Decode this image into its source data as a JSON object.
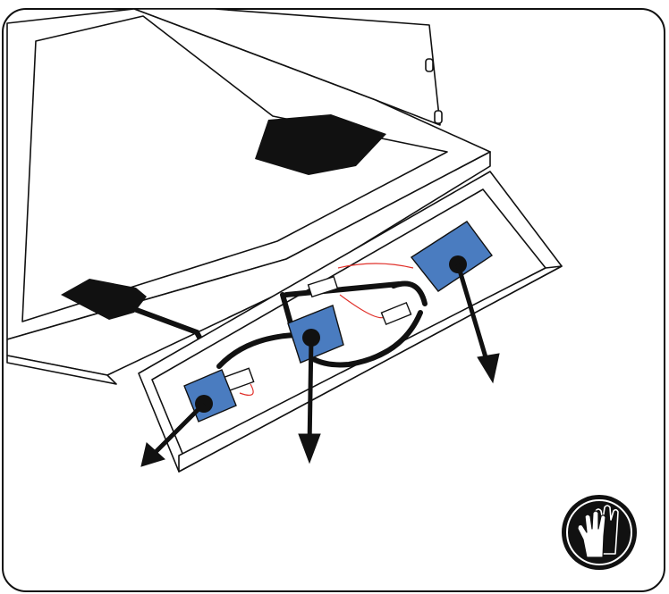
{
  "illustration": {
    "subject": "",
    "parts": [
      {
        "name": "sensor-module",
        "color": "#4a7cc0"
      },
      {
        "name": "sensor-module",
        "color": "#4a7cc0"
      },
      {
        "name": "sensor-module",
        "color": "#4a7cc0"
      }
    ],
    "arrows": [
      "down-left",
      "down",
      "down"
    ],
    "wire_colors": {
      "cable": "#111111",
      "signal": "#e0302a"
    }
  },
  "badge": {
    "icon": "gloves-icon",
    "background": "#111111",
    "foreground": "#ffffff"
  }
}
